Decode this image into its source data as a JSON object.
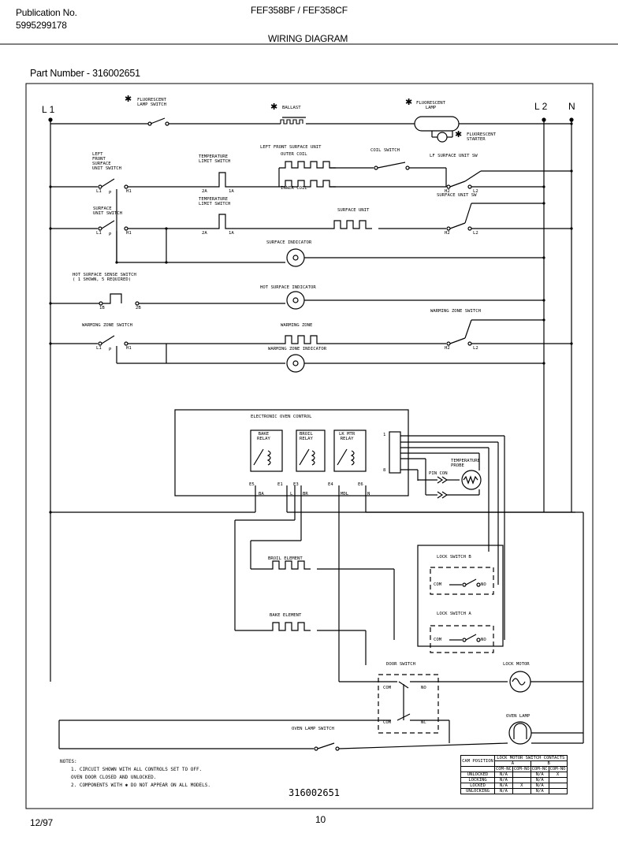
{
  "header": {
    "pub_label": "Publication No.",
    "pub_number": "5995299178",
    "models": "FEF358BF / FEF358CF",
    "title": "WIRING DIAGRAM",
    "part_number": "Part Number - 316002651"
  },
  "terminals": {
    "l1": "L 1",
    "l2": "L 2",
    "n": "N"
  },
  "star": "✱",
  "labels": {
    "fl_lamp_switch": [
      "FLUORESCENT",
      "LAMP SWITCH"
    ],
    "ballast": "BALLAST",
    "fl_lamp": [
      "FLUORESCENT",
      "LAMP"
    ],
    "fl_starter": [
      "FLUORESCENT",
      "STARTER"
    ],
    "left_front_switch": [
      "LEFT",
      "FRONT",
      "SURFACE",
      "UNIT SWITCH"
    ],
    "temp_limit_1": [
      "TEMPERATURE",
      "LIMIT SWITCH"
    ],
    "lf_unit": "LEFT FRONT SURFACE UNIT",
    "outer_coil": "OUTER COIL",
    "inner_coil": "INNER COIL",
    "coil_switch": "COIL SWITCH",
    "lf_unit_sw": "LF SURFACE UNIT SW",
    "surface_unit_switch": [
      "SURFACE",
      "UNIT SWITCH"
    ],
    "temp_limit_2": [
      "TEMPERATURE",
      "LIMIT SWITCH"
    ],
    "surface_unit": "SURFACE UNIT",
    "surface_unit_sw": "SURFACE UNIT SW",
    "surface_indicator": "SURFACE INDICATOR",
    "hot_sense_switch": [
      "HOT SURFACE SENSE SWITCH",
      "( 1 SHOWN, 5 REQUIRED)"
    ],
    "hot_indicator": "HOT SURFACE INDICATOR",
    "warming_zone_switch": "WARMING ZONE SWITCH",
    "warming_zone": "WARMING ZONE",
    "warming_zone_switch_r": "WARMING ZONE SWITCH",
    "warming_zone_indicator": "WARMING ZONE INDICATOR",
    "eoc": "ELECTRONIC OVEN CONTROL",
    "bake_relay": [
      "BAKE",
      "RELAY"
    ],
    "broil_relay": [
      "BROIL",
      "RELAY"
    ],
    "lk_mtr_relay": [
      "LK MTR",
      "RELAY"
    ],
    "temp_probe": [
      "TEMPERATURE",
      "PROBE"
    ],
    "pin_con": "PIN CON",
    "broil_element": "BROIL ELEMENT",
    "bake_element": "BAKE ELEMENT",
    "lock_switch_b": "LOCK SWITCH B",
    "lock_switch_a": "LOCK SWITCH A",
    "door_switch": "DOOR SWITCH",
    "lock_motor": "LOCK MOTOR",
    "oven_lamp": "OVEN LAMP",
    "oven_lamp_switch": "OVEN LAMP SWITCH"
  },
  "pins": {
    "l1": "L1",
    "p": "P",
    "h1": "H1",
    "h2": "H2",
    "l2": "L2",
    "a2": "2A",
    "a1": "1A",
    "b1": "1B",
    "b2": "2B",
    "e5": "E5",
    "e1": "E1",
    "e3": "E3",
    "e4": "E4",
    "e6": "E6",
    "ba": "BA",
    "l": "L",
    "br": "BR",
    "mdl": "MDL",
    "n": "N",
    "com": "COM",
    "no": "NO",
    "nc": "NC",
    "one": "1",
    "eight": "8"
  },
  "notes": [
    "NOTES:",
    "1. CIRCUIT SHOWN WITH ALL CONTROLS SET TO OFF.",
    "   OVEN DOOR CLOSED AND UNLOCKED.",
    "2. COMPONENTS WITH ✱ DO NOT APPEAR ON ALL MODELS."
  ],
  "lock_table": {
    "title": "LOCK MOTOR SWITCH CONTACTS",
    "col_a": "A",
    "col_b": "B",
    "cam_position": "CAM POSITION",
    "subheads": [
      "COM-NC",
      "COM-NO",
      "COM-NC",
      "COM-NO"
    ],
    "rows": [
      {
        "name": "UNLOCKED",
        "cells": [
          "N/A",
          "",
          "N/A",
          "X"
        ]
      },
      {
        "name": "LOCKING",
        "cells": [
          "N/A",
          "",
          "N/A",
          ""
        ]
      },
      {
        "name": "LOCKED",
        "cells": [
          "N/A",
          "X",
          "N/A",
          ""
        ]
      },
      {
        "name": "UNLOCKING",
        "cells": [
          "N/A",
          "",
          "N/A",
          ""
        ]
      }
    ]
  },
  "footer": {
    "date": "12/97",
    "page": "10",
    "part_stamp": "316002651"
  }
}
